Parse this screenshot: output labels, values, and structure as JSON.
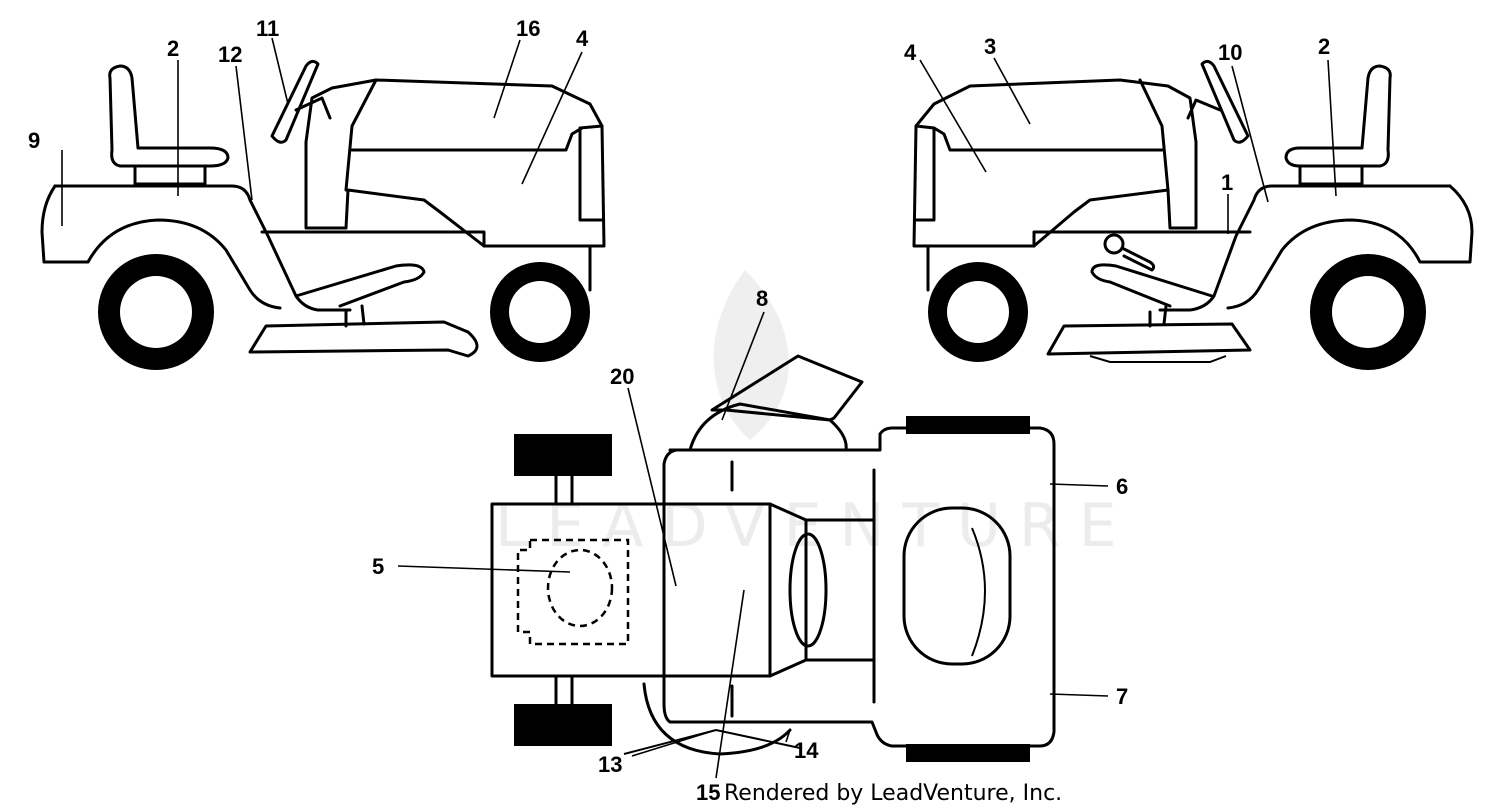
{
  "watermark": "LEADVENTURE",
  "credit": "Rendered by LeadVenture, Inc.",
  "callouts": {
    "c1": "1",
    "c2a": "2",
    "c2b": "2",
    "c3": "3",
    "c4a": "4",
    "c4b": "4",
    "c5": "5",
    "c6": "6",
    "c7": "7",
    "c8": "8",
    "c9": "9",
    "c10": "10",
    "c11": "11",
    "c12": "12",
    "c13": "13",
    "c14": "14",
    "c15": "15",
    "c16": "16",
    "c20": "20"
  }
}
